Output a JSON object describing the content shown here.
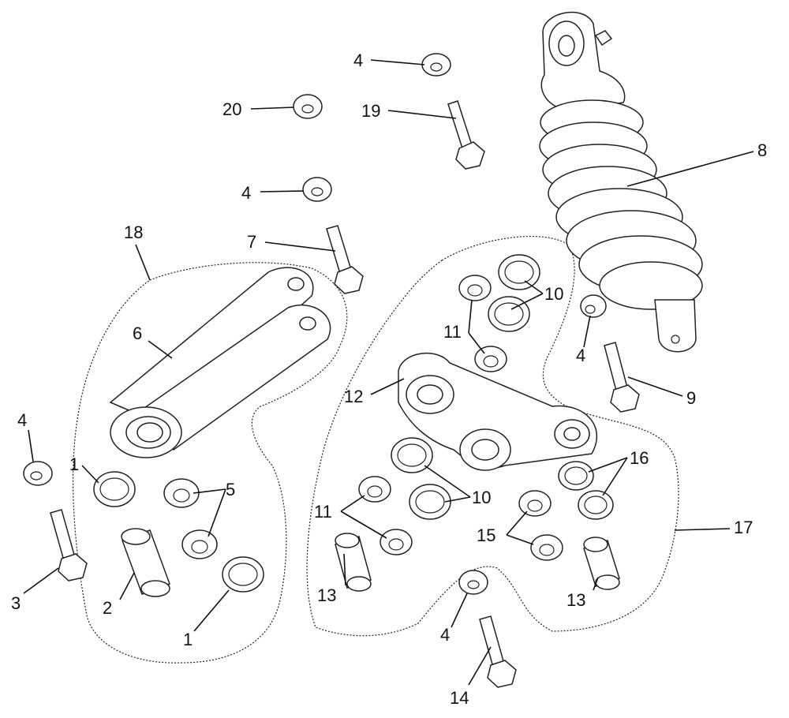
{
  "diagram": {
    "callouts": {
      "c_4_top": "4",
      "c_20": "20",
      "c_19": "19",
      "c_4_mid": "4",
      "c_18": "18",
      "c_7": "7",
      "c_8": "8",
      "c_10_top": "10",
      "c_11_top": "11",
      "c_4_right": "4",
      "c_6": "6",
      "c_9": "9",
      "c_12": "12",
      "c_4_left": "4",
      "c_1_top": "1",
      "c_5": "5",
      "c_16": "16",
      "c_11_bottom": "11",
      "c_10_bottom": "10",
      "c_17": "17",
      "c_15": "15",
      "c_3": "3",
      "c_2": "2",
      "c_13_left": "13",
      "c_13_right": "13",
      "c_1_bottom": "1",
      "c_4_bottom": "4",
      "c_14": "14"
    }
  }
}
